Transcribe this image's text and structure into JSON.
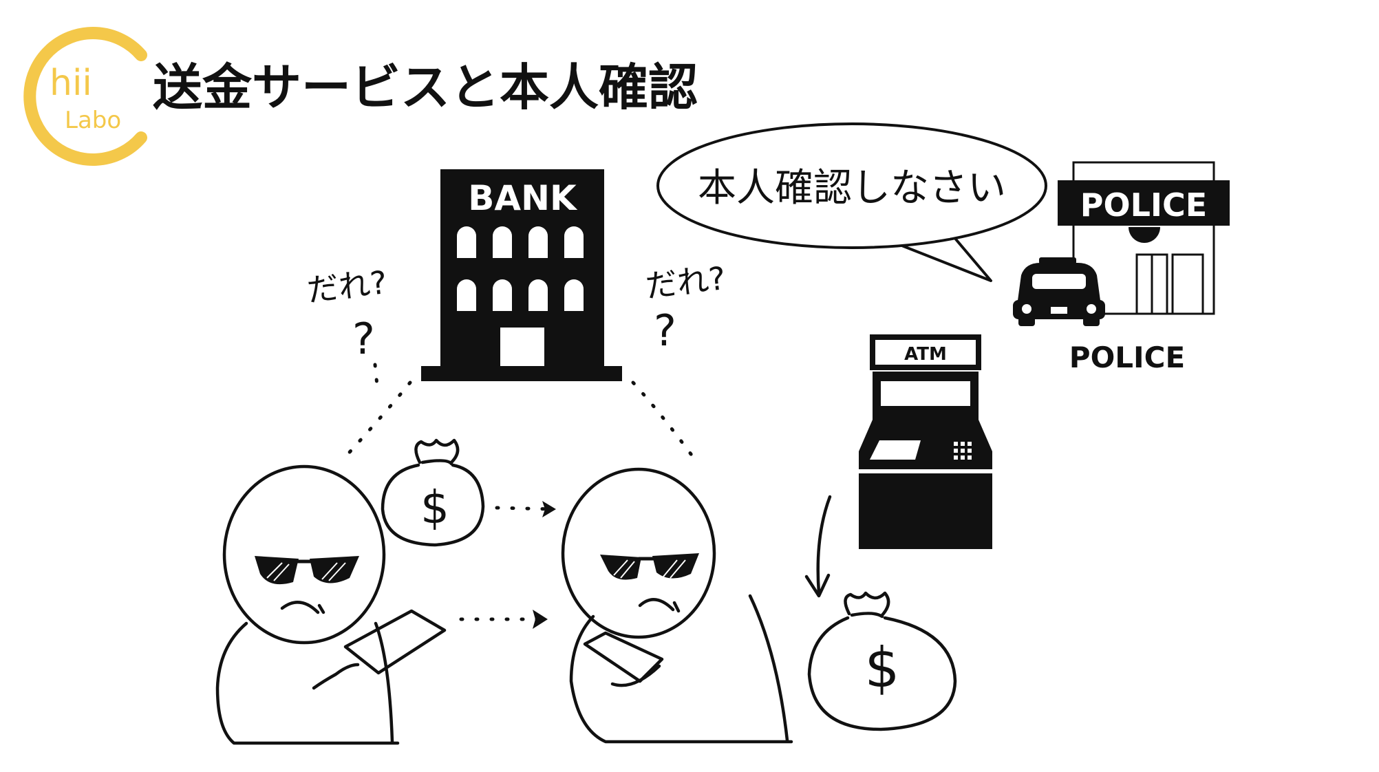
{
  "logo": {
    "initial": "hii",
    "sub": "Labo",
    "color": "#f4c84a"
  },
  "title": "送金サービスと本人確認",
  "speech_bubble": "本人確認しなさい",
  "bank": {
    "label": "BANK"
  },
  "police": {
    "sign": "POLICE",
    "caption": "POLICE"
  },
  "atm": {
    "label": "ATM"
  },
  "question_left": {
    "text": "だれ?",
    "mark": "?"
  },
  "question_right": {
    "text": "だれ?",
    "mark": "?"
  },
  "money_symbol": "$"
}
